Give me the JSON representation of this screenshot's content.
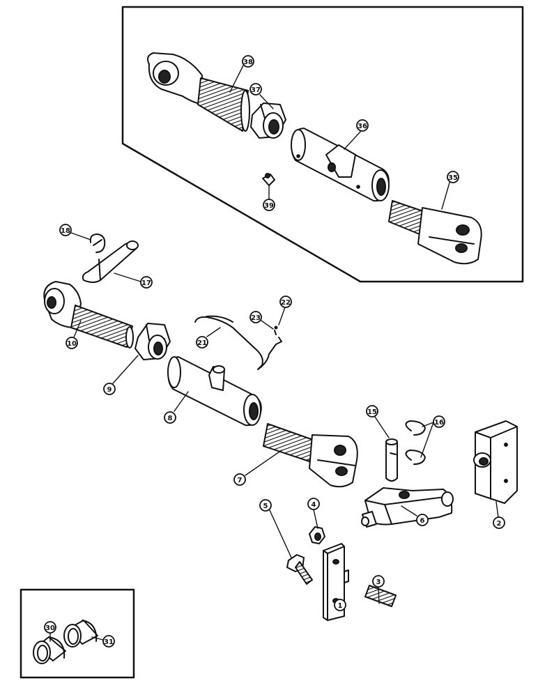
{
  "callouts": {
    "c1": "1",
    "c2": "2",
    "c3": "3",
    "c4": "4",
    "c5": "5",
    "c6": "6",
    "c7": "7",
    "c8": "8",
    "c9": "9",
    "c10": "10",
    "c15": "15",
    "c16": "16",
    "c17": "17",
    "c18": "18",
    "c21": "21",
    "c22": "22",
    "c23": "23",
    "c30": "30",
    "c31": "31",
    "c35": "35",
    "c36": "36",
    "c37": "37",
    "c38": "38",
    "c39": "39"
  }
}
